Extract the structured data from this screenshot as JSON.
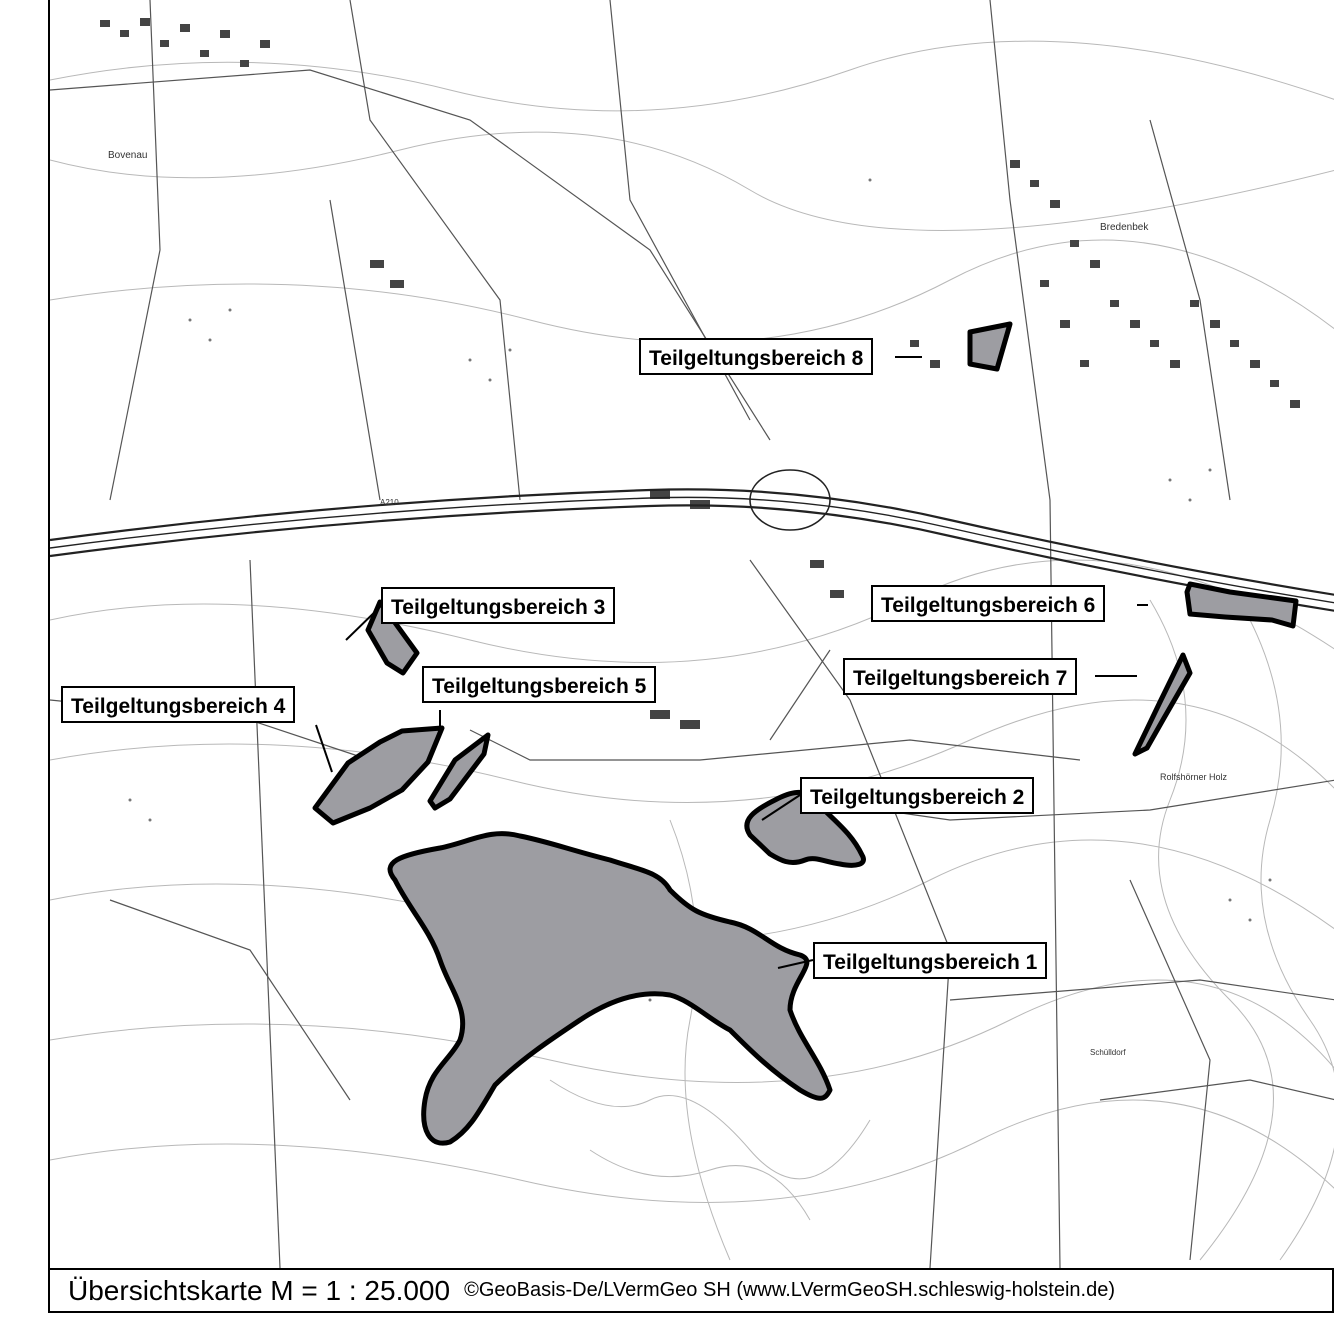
{
  "map": {
    "labels": [
      {
        "text": "Teilgeltungsbereich 8"
      },
      {
        "text": "Teilgeltungsbereich 3"
      },
      {
        "text": "Teilgeltungsbereich 6"
      },
      {
        "text": "Teilgeltungsbereich 5"
      },
      {
        "text": "Teilgeltungsbereich 4"
      },
      {
        "text": "Teilgeltungsbereich 7"
      },
      {
        "text": "Teilgeltungsbereich 2"
      },
      {
        "text": "Teilgeltungsbereich 1"
      }
    ],
    "place_names": [
      "Bovenau",
      "Bredenbek",
      "Rolfshörner Holz",
      "Schülldorf"
    ],
    "road_labels": [
      "A210"
    ],
    "colors": {
      "area_fill": "#9d9da2",
      "area_stroke": "#000000",
      "background": "#ffffff"
    }
  },
  "footer": {
    "scale": "Übersichtskarte M = 1 : 25.000",
    "copyright": "©GeoBasis-De/LVermGeo SH (www.LVermGeoSH.schleswig-holstein.de)"
  }
}
